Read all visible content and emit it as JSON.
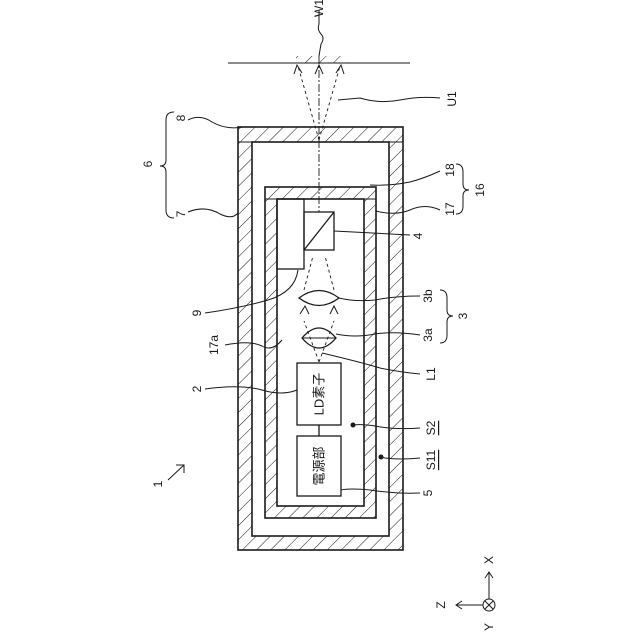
{
  "figure": {
    "reference_labels": {
      "device": "1",
      "ld_element": "2",
      "optical_system": "3",
      "lens_3a": "3a",
      "lens_3b": "3b",
      "prism": "4",
      "power_unit": "5",
      "housing": "6",
      "outer_body": "7",
      "outer_window": "8",
      "inner_part": "9",
      "inner_wall_17": "17",
      "inner_wall_17a": "17a",
      "inner_window": "18",
      "inner_housing": "16",
      "beam_l1": "L1",
      "beam_u1": "U1",
      "target_w1": "W1",
      "space_s11": "S11",
      "space_s2": "S2"
    },
    "blocks": {
      "ld_element": "LD素子",
      "power_unit": "電源部"
    },
    "axes": {
      "x": "X",
      "y": "Y",
      "z": "Z"
    }
  }
}
